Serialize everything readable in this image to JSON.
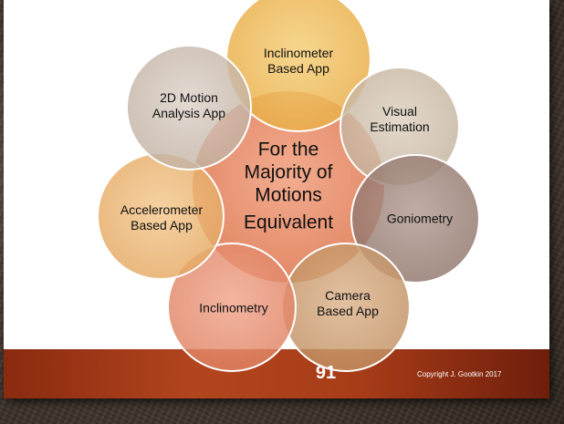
{
  "center": {
    "line1": "For the",
    "line2": "Majority of",
    "line3": "Motions",
    "line4": "Equivalent"
  },
  "circles": [
    {
      "line1": "Inclinometer",
      "line2": "Based App"
    },
    {
      "line1": "Visual",
      "line2": "Estimation"
    },
    {
      "line1": "Goniometry"
    },
    {
      "line1": "Camera",
      "line2": "Based App"
    },
    {
      "line1": "Inclinometry"
    },
    {
      "line1": "Accelerometer",
      "line2": "Based App"
    },
    {
      "line1": "2D Motion",
      "line2": "Analysis App"
    }
  ],
  "footer": {
    "page_number": "91",
    "copyright": "Copyright J. Gootkin 2017"
  },
  "colors": {
    "footer_band": "#a83c18",
    "center_fill": "#e8896a",
    "inclinometer_app": "#efb84e",
    "visual_estimation": "#c9b8a0",
    "goniometry": "#9e8478",
    "camera_app": "#c9986a",
    "inclinometry": "#e88f70",
    "accelerometer_app": "#ebb36c",
    "motion_analysis_app": "#c8b8a8"
  }
}
